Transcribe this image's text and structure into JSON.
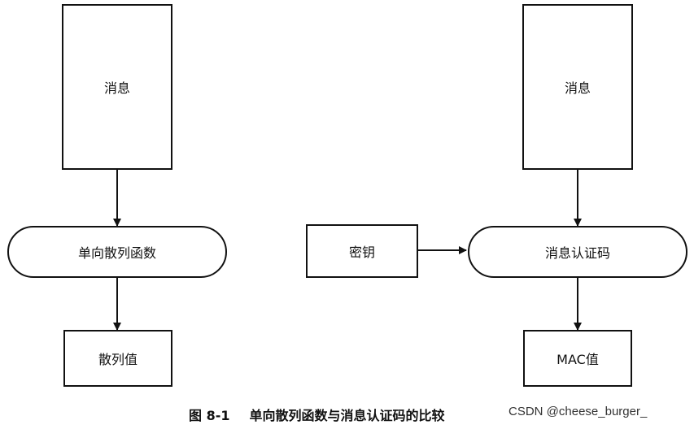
{
  "left": {
    "message": "消息",
    "hash_function": "单向散列函数",
    "hash_value": "散列值"
  },
  "right": {
    "message": "消息",
    "key": "密钥",
    "mac_function": "消息认证码",
    "mac_value": "MAC值"
  },
  "caption": {
    "figure_number": "图 8-1",
    "text": "单向散列函数与消息认证码的比较"
  },
  "watermark": "CSDN @cheese_burger_"
}
